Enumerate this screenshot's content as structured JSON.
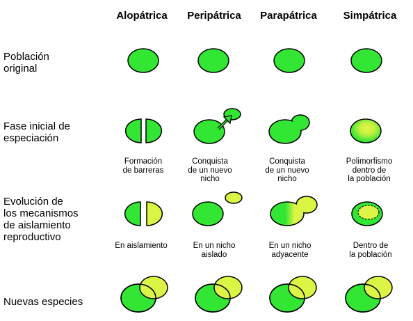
{
  "columns": [
    "Alopátrica",
    "Peripátrica",
    "Parapátrica",
    "Simpátrica"
  ],
  "rows": [
    "Población\noriginal",
    "Fase inicial de\nespeciación",
    "Evolución de\nlos mecanismos\nde aislamiento\nreproductivo",
    "Nuevas especies"
  ],
  "captions_stage2": [
    "Formación\nde barreras",
    "Conquista\nde un nuevo\nnicho",
    "Conquista\nde un nuevo\nnicho",
    "Polimorfismo\ndentro de\nla población"
  ],
  "captions_stage3": [
    "En aislamiento",
    "En un nicho\naislado",
    "En un nicho\nadyacente",
    "Dentro de\nla población"
  ],
  "colors": {
    "green": "#33e633",
    "yellow_green": "#dcf545",
    "outline": "#000000"
  }
}
